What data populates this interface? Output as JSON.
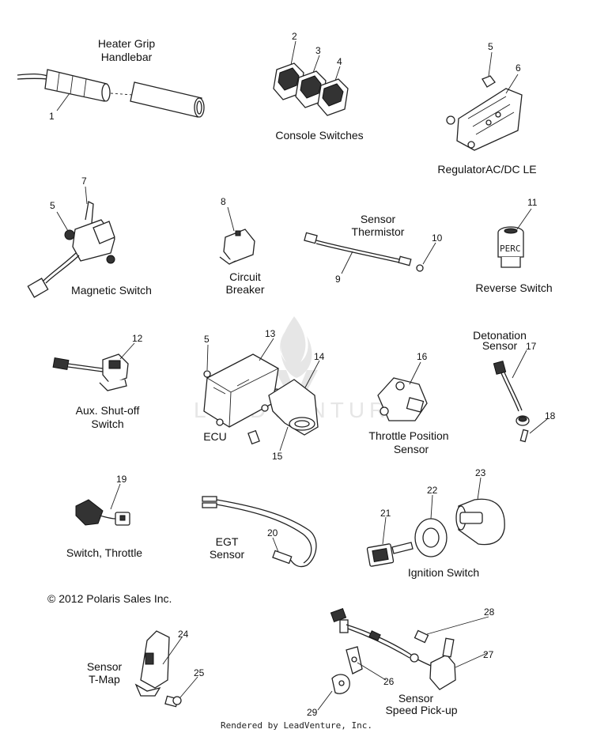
{
  "labels": {
    "heater_grip": [
      "Heater Grip",
      "Handlebar"
    ],
    "console_switches": "Console Switches",
    "regulator": "RegulatorAC/DC LE",
    "magnetic_switch": "Magnetic Switch",
    "circuit_breaker": [
      "Circuit",
      "Breaker"
    ],
    "sensor_thermistor": [
      "Sensor",
      "Thermistor"
    ],
    "reverse_switch": "Reverse Switch",
    "aux_shutoff": [
      "Aux. Shut-off",
      "Switch"
    ],
    "ecu": "ECU",
    "detonation_sensor": [
      "Detonation",
      "Sensor"
    ],
    "throttle_position": [
      "Throttle Position",
      "Sensor"
    ],
    "switch_throttle": "Switch, Throttle",
    "egt_sensor": [
      "EGT",
      "Sensor"
    ],
    "ignition_switch": "Ignition Switch",
    "sensor_tmap": [
      "Sensor",
      "T-Map"
    ],
    "speed_pickup": [
      "Sensor",
      "Speed Pick-up"
    ]
  },
  "part_numbers": [
    "1",
    "2",
    "3",
    "4",
    "5",
    "6",
    "5",
    "7",
    "8",
    "9",
    "10",
    "11",
    "12",
    "5",
    "13",
    "14",
    "15",
    "16",
    "17",
    "18",
    "19",
    "20",
    "21",
    "22",
    "23",
    "24",
    "25",
    "26",
    "27",
    "28",
    "29"
  ],
  "copyright": "© 2012 Polaris Sales Inc.",
  "footer": "Rendered by LeadVenture, Inc.",
  "watermark": "LEADVENTURE",
  "reverse_switch_marking": "PERC"
}
